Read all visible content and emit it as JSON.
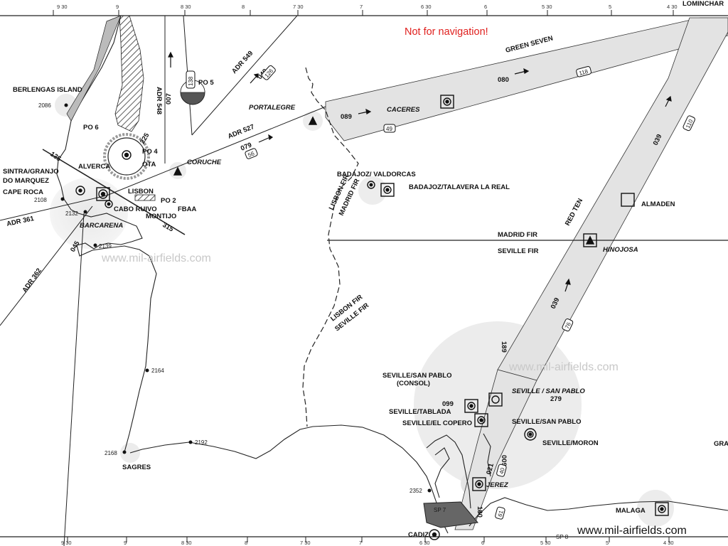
{
  "notice": "Not for navigation!",
  "website": "www.mil-airfields.com",
  "watermark": "www.mil-airfields.com",
  "colors": {
    "notice": "#e0201e",
    "airway": "#e3e3e3",
    "ink": "#1a1a1a",
    "watermark": "#c8c8c8"
  },
  "graticule": {
    "top": [
      "9 30",
      "9",
      "8 30",
      "8",
      "7 30",
      "7",
      "6 30",
      "6",
      "5 30",
      "5",
      "4 30"
    ],
    "bottom": [
      "9 30",
      "9",
      "8 30",
      "8",
      "7 30",
      "7",
      "6 30",
      "6",
      "5 30",
      "5",
      "4 30"
    ]
  },
  "places": {
    "berlengas": "BERLENGAS ISLAND",
    "alverca": "ALVERCA",
    "ota": "OTA",
    "sintra1": "SINTRA/GRANJO",
    "sintra2": "DO MARQUEZ",
    "cape_roca": "CAPE ROCA",
    "lisbon": "LISBON",
    "cabo_ruivo": "CABO RUIVO",
    "fbaa": "FBAA",
    "montijo": "MONTIJO",
    "barcarena": "BARCARENA",
    "sagres": "SAGRES",
    "badajoz_valdorcas": "BADAJOZ/ VALDORCAS",
    "badajoz_talavera": "BADAJOZ/TALAVERA LA REAL",
    "caceres": "CACERES",
    "portalegre": "PORTALEGRE",
    "coruche": "CORUCHE",
    "almaden": "ALMADEN",
    "hinojosa": "HINOJOSA",
    "seville_san_pablo_consol1": "SEVILLE/SAN PABLO",
    "seville_san_pablo_consol2": "(CONSOL)",
    "seville_san_pablo_vor": "SEVILLE / SAN PABLO",
    "seville_tablada": "SEVILLE/TABLADA",
    "seville_el_copero": "SEVILLE/EL COPERO",
    "seville_san_pablo_2": "SEVILLE/SAN PABLO",
    "seville_moron": "SEVILLE/MORON",
    "jerez": "JEREZ",
    "cadiz": "CADIZ",
    "malaga": "MALAGA",
    "lominchar": "LOMINCHAR",
    "gra": "GRA"
  },
  "spot_heights": {
    "h2086": "2086",
    "h2108": "2108",
    "h2132": "2132",
    "h2139": "2139",
    "h2164": "2164",
    "h2168": "2168",
    "h2192": "2192",
    "h2352": "2352"
  },
  "zones": {
    "po6": "PO 6",
    "po4": "PO 4",
    "po5": "PO 5",
    "po2": "PO 2",
    "sp7": "SP 7",
    "sp8": "SP 8"
  },
  "airways": {
    "adr548": "ADR 548",
    "adr549": "ADR 549",
    "adr527": "ADR 527",
    "adr361": "ADR 361",
    "adr362": "ADR 362",
    "green_seven": "GREEN SEVEN",
    "red_ten": "RED TEN"
  },
  "courses": {
    "c007": "007",
    "c049": "049",
    "c079": "079",
    "c089": "089",
    "c080": "080",
    "c039a": "039",
    "c039b": "039",
    "c135": "135",
    "c225": "225",
    "c315": "315",
    "c045": "045",
    "c189": "189",
    "c099": "099",
    "c279": "279",
    "c009": "009",
    "c021": "021",
    "c180": "180"
  },
  "distances": {
    "d138": "138",
    "d126": "126",
    "d56": "56",
    "d49": "49",
    "d118": "118",
    "d110": "110",
    "d76": "76",
    "d40": "40",
    "d61": "61"
  },
  "fir": {
    "madrid": "MADRID FIR",
    "seville": "SEVILLE FIR",
    "lisbon": "LISBON FIR",
    "madrid_v": "MADRID FIR",
    "seville_v": "SEVILLE FIR"
  }
}
